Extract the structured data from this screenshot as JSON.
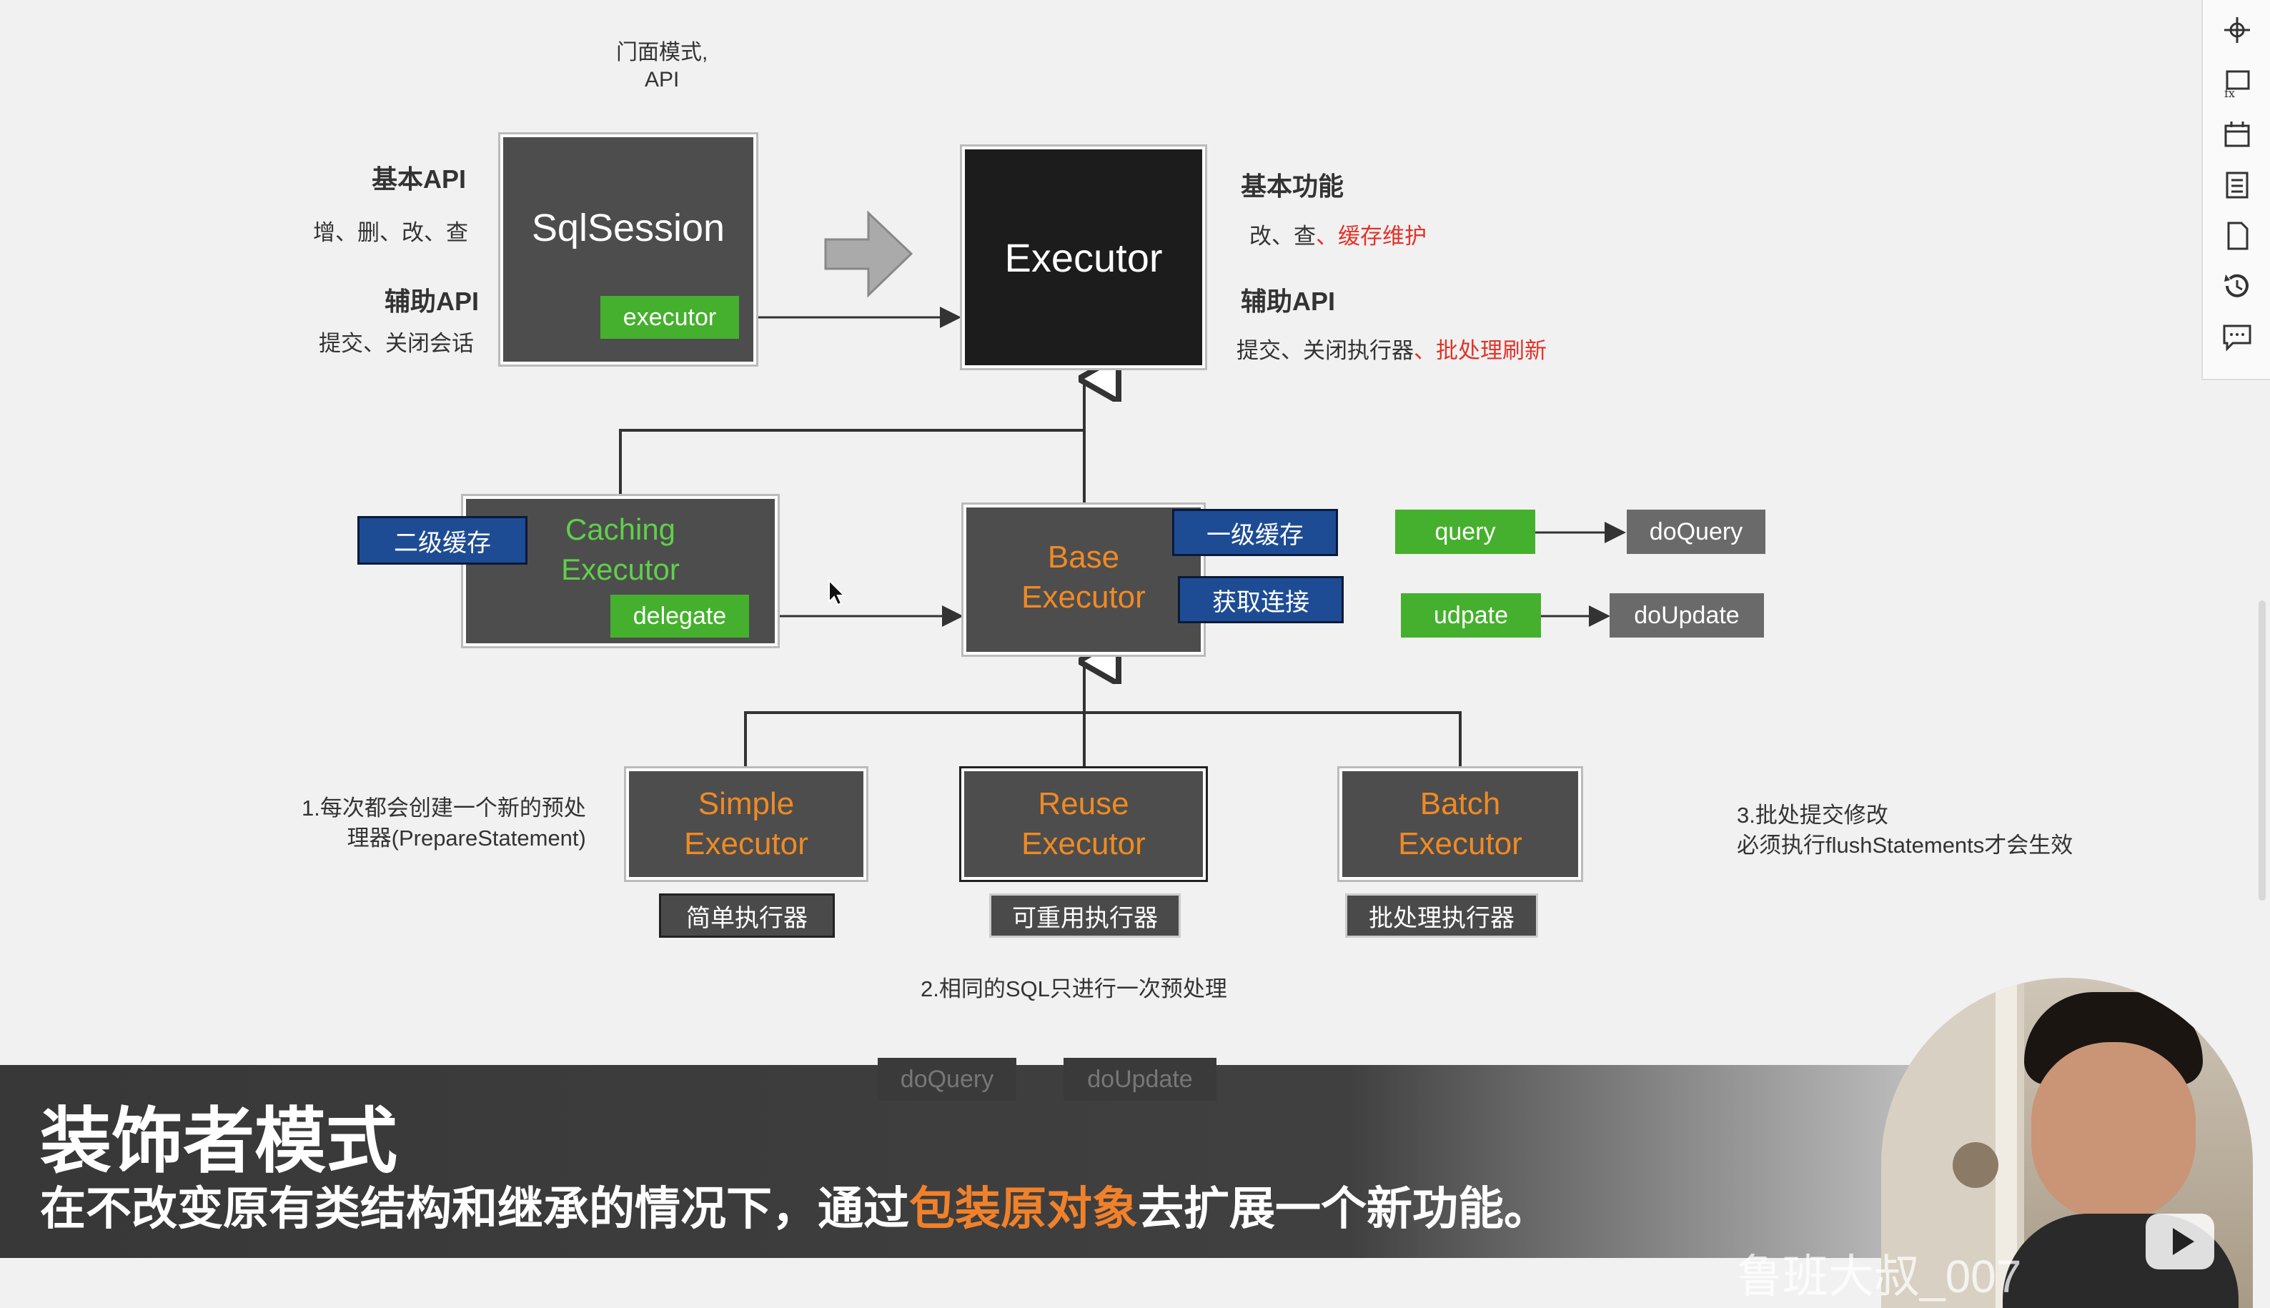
{
  "notes": {
    "facade": "门面模式,",
    "facade_api": "API",
    "basic_api": "基本API",
    "basic_api_ops": "增、删、改、查",
    "aux_api": "辅助API",
    "aux_api_ops": "提交、关闭会话",
    "exec_basic": "基本功能",
    "exec_basic_ops": "改、查",
    "exec_basic_red": "、缓存维护",
    "exec_aux": "辅助API",
    "exec_aux_ops": "提交、关闭执行器",
    "exec_aux_red": "、批处理刷新",
    "note1_line1": "1.每次都会创建一个新的预处",
    "note1_line2": "理器(PrepareStatement)",
    "note2": "2.相同的SQL只进行一次预处理",
    "note3_line1": "3.批处提交修改",
    "note3_line2": "必须执行flushStatements才会生效"
  },
  "boxes": {
    "sqlsession": "SqlSession",
    "sqlsession_field": "executor",
    "executor": "Executor",
    "caching_line1": "Caching",
    "caching_line2": "Executor",
    "caching_field": "delegate",
    "caching_tag": "二级缓存",
    "base_line1": "Base",
    "base_line2": "Executor",
    "base_tag1": "一级缓存",
    "base_tag2": "获取连接",
    "simple_line1": "Simple",
    "simple_line2": "Executor",
    "simple_tag": "简单执行器",
    "reuse_line1": "Reuse",
    "reuse_line2": "Executor",
    "reuse_tag": "可重用执行器",
    "batch_line1": "Batch",
    "batch_line2": "Executor",
    "batch_tag": "批处理执行器"
  },
  "methods": {
    "query": "query",
    "doQuery": "doQuery",
    "update": "udpate",
    "doUpdate": "doUpdate",
    "ghost_doQuery": "doQuery",
    "ghost_doUpdate": "doUpdate"
  },
  "banner": {
    "title": "装饰者模式",
    "subtitle_pre": "在不改变原有类结构和继承的情况下，通过",
    "subtitle_highlight": "包装原对象",
    "subtitle_post": "去扩展一个新功能。"
  },
  "watermark": "鲁班大叔_007",
  "sidebar_icons": [
    "crosshair-icon",
    "slide-formula-icon",
    "calendar-icon",
    "pages-icon",
    "document-icon",
    "history-icon",
    "comment-icon"
  ]
}
